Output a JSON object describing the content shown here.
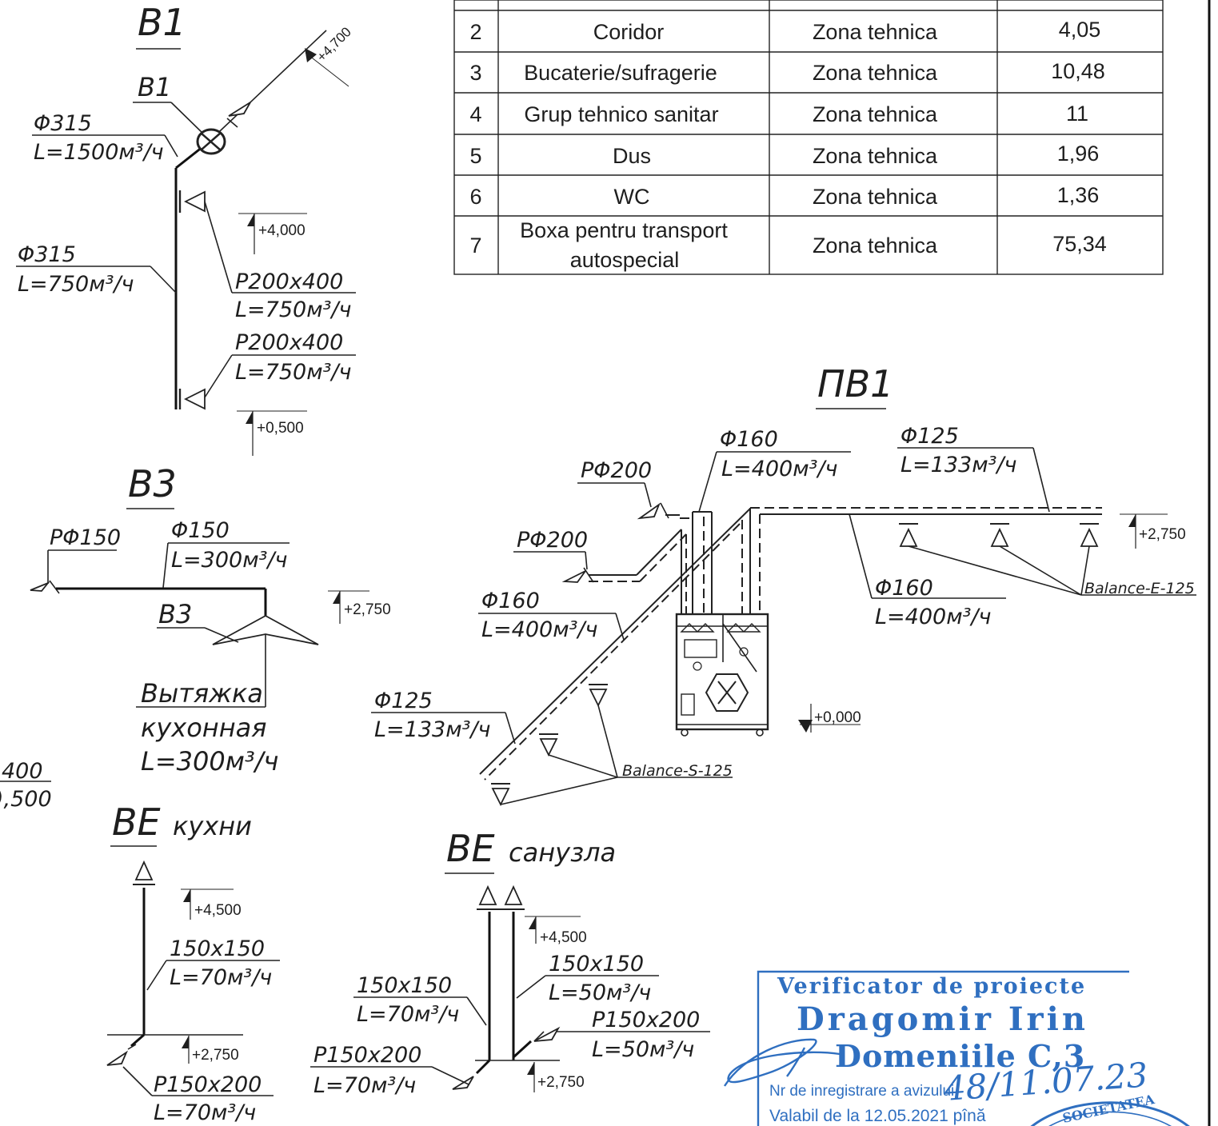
{
  "table": {
    "rows": [
      {
        "no": "2",
        "room": "Coridor",
        "zone": "Zona tehnica",
        "area": "4,05"
      },
      {
        "no": "3",
        "room": "Bucaterie/sufragerie",
        "zone": "Zona tehnica",
        "area": "10,48"
      },
      {
        "no": "4",
        "room": "Grup tehnico sanitar",
        "zone": "Zona tehnica",
        "area": "11"
      },
      {
        "no": "5",
        "room": "Dus",
        "zone": "Zona tehnica",
        "area": "1,96"
      },
      {
        "no": "6",
        "room": "WC",
        "zone": "Zona tehnica",
        "area": "1,36"
      },
      {
        "no": "7",
        "room_line1": "Boxa pentru transport",
        "room_line2": "autospecial",
        "zone": "Zona tehnica",
        "area": "75,34"
      }
    ]
  },
  "b1": {
    "title": "B1",
    "fan": "B1",
    "d315_top": "Φ315",
    "flow_top": "L=1500м³/ч",
    "d315_mid": "Φ315",
    "flow_mid": "L=750м³/ч",
    "grille1": "P200x400",
    "grille1_flow": "L=750м³/ч",
    "grille2": "P200x400",
    "grille2_flow": "L=750м³/ч",
    "lvl_top": "+4,700",
    "lvl_mid": "+4,000",
    "lvl_bot": "+0,500"
  },
  "b3": {
    "title": "B3",
    "grille": "PΦ150",
    "duct": "Φ150",
    "flow": "L=300м³/ч",
    "hood_tag": "B3",
    "lvl": "+2,750",
    "hood_line1": "Вытяжка",
    "hood_line2": "кухонная",
    "hood_line3": "L=300м³/ч"
  },
  "left_cut": {
    "line1": "400",
    "line2": "),500"
  },
  "pv1": {
    "title": "ПВ1",
    "duct160_top": "Φ160",
    "flow160_top": "L=400м³/ч",
    "duct125_top": "Φ125",
    "flow125_top": "L=133м³/ч",
    "grille_a": "PΦ200",
    "grille_b": "PΦ200",
    "duct160_left": "Φ160",
    "flow160_left": "L=400м³/ч",
    "duct160_right": "Φ160",
    "flow160_right": "L=400м³/ч",
    "duct125_left": "Φ125",
    "flow125_left": "L=133м³/ч",
    "balance_e": "Balance-E-125",
    "balance_s": "Balance-S-125",
    "lvl_top": "+2,750",
    "lvl_unit": "+0,000"
  },
  "be_kitchen": {
    "title": "BE",
    "subtitle": "кухни",
    "lvl_top": "+4,500",
    "duct": "150x150",
    "flow": "L=70м³/ч",
    "lvl_bot": "+2,750",
    "grille": "P150x200",
    "grille_flow": "L=70м³/ч"
  },
  "be_bath": {
    "title": "BE",
    "subtitle": "санузла",
    "lvl_top": "+4,500",
    "duct_r": "150x150",
    "flow_r": "L=50м³/ч",
    "duct_l": "150x150",
    "flow_l": "L=70м³/ч",
    "grille_r": "P150x200",
    "grille_r_flow": "L=50м³/ч",
    "grille_l": "P150x200",
    "grille_l_flow": "L=70м³/ч",
    "lvl_bot": "+2,750"
  },
  "stamp": {
    "line1": "Verificator de proiecte",
    "line2": "Dragomir Irin",
    "line3": "Domeniile C,3",
    "line4": "Nr de inregistrare a avizului",
    "handwritten": "48/11.07.23",
    "line5": "Valabil de la 12.05.2021 pînă",
    "seal_text": "SOCIETATEA",
    "color": "#2f6fc0"
  }
}
